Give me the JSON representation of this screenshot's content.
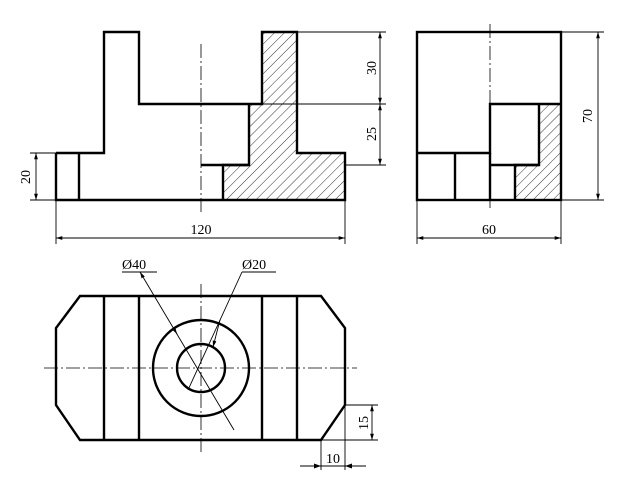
{
  "dimensions": {
    "width_120": "120",
    "depth_60": "60",
    "height_70": "70",
    "height_30": "30",
    "height_25": "25",
    "height_20": "20",
    "dia_40": "Ø40",
    "dia_20": "Ø20",
    "chamfer_15": "15",
    "chamfer_10": "10"
  }
}
